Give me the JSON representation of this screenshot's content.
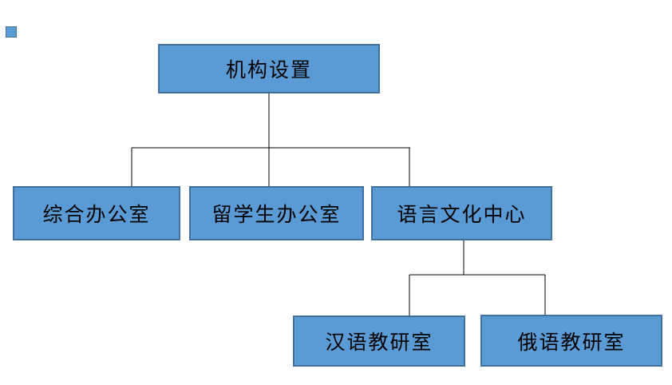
{
  "diagram": {
    "type": "org-chart",
    "nodes": {
      "root": "机构设置",
      "general_office": "综合办公室",
      "intl_students_office": "留学生办公室",
      "language_culture_center": "语言文化中心",
      "chinese_teaching_office": "汉语教研室",
      "russian_teaching_office": "俄语教研室"
    },
    "hierarchy": [
      {
        "parent": "机构设置",
        "children": [
          "综合办公室",
          "留学生办公室",
          "语言文化中心"
        ]
      },
      {
        "parent": "语言文化中心",
        "children": [
          "汉语教研室",
          "俄语教研室"
        ]
      }
    ],
    "colors": {
      "box_fill": "#5B9BD5",
      "box_border": "#41719C",
      "connector": "#000000",
      "text": "#000000",
      "background": "#ffffff"
    }
  }
}
